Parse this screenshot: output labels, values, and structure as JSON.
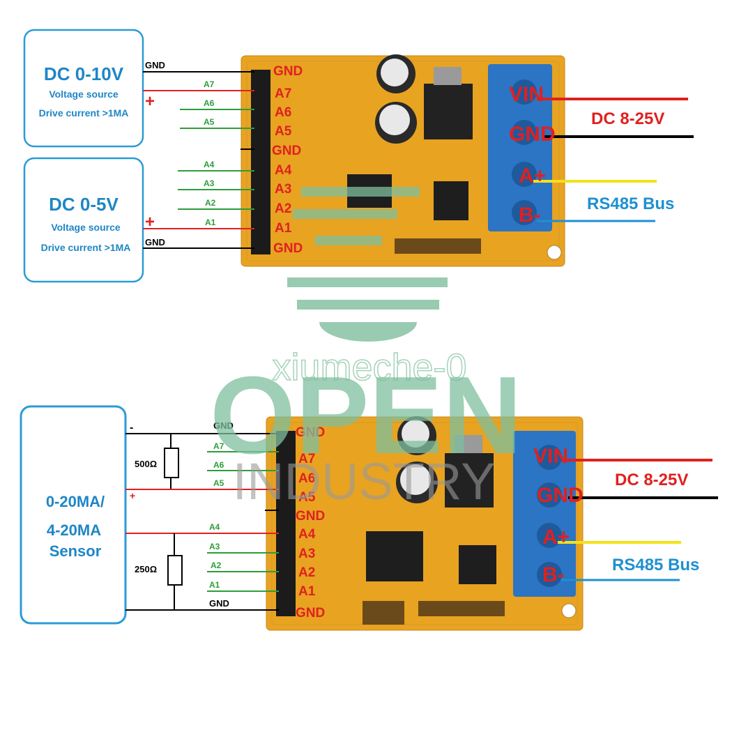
{
  "top_diagram": {
    "box1": {
      "title": "DC 0-10V",
      "line1": "Voltage source",
      "line2": "Drive current >1MA"
    },
    "box2": {
      "title": "DC 0-5V",
      "line1": "Voltage source",
      "line2": "Drive current >1MA"
    },
    "wire_gnd_top": "GND",
    "wire_gnd_bottom": "GND",
    "plus1": "+",
    "plus2": "+",
    "wires": [
      "A7",
      "A6",
      "A5",
      "A4",
      "A3",
      "A2",
      "A1"
    ],
    "board_pins": [
      "GND",
      "A7",
      "A6",
      "A5",
      "GND",
      "A4",
      "A3",
      "A2",
      "A1",
      "GND"
    ],
    "terminals": [
      "VIN",
      "GND",
      "A+",
      "B-"
    ],
    "power_label": "DC 8-25V",
    "bus_label": "RS485 Bus"
  },
  "bottom_diagram": {
    "sensor": {
      "line1": "0-20MA/",
      "line2": "4-20MA",
      "line3": "Sensor"
    },
    "minus": "-",
    "plus": "+",
    "resistor_top": "500Ω",
    "resistor_bottom": "250Ω",
    "wire_gnd_top": "GND",
    "wire_gnd_bottom": "GND",
    "wires": [
      "A7",
      "A6",
      "A5",
      "A4",
      "A3",
      "A2",
      "A1"
    ],
    "board_pins": [
      "GND",
      "A7",
      "A6",
      "A5",
      "GND",
      "A4",
      "A3",
      "A2",
      "A1",
      "GND"
    ],
    "terminals": [
      "VIN",
      "GND",
      "A+",
      "B-"
    ],
    "power_label": "DC 8-25V",
    "bus_label": "RS485 Bus"
  },
  "watermark": {
    "line1": "OPEN",
    "line2": "INDUSTRY",
    "line3": "xiumeche-0"
  },
  "colors": {
    "board": "#e8a321",
    "terminal": "#2c74c4",
    "box_border": "#2b9bd6",
    "box_text": "#1e86c6",
    "red": "#e02020",
    "green": "#2d9d3a",
    "yellow": "#f3e21a",
    "blue": "#1e90d0",
    "watermark": "#7fbf9e"
  }
}
